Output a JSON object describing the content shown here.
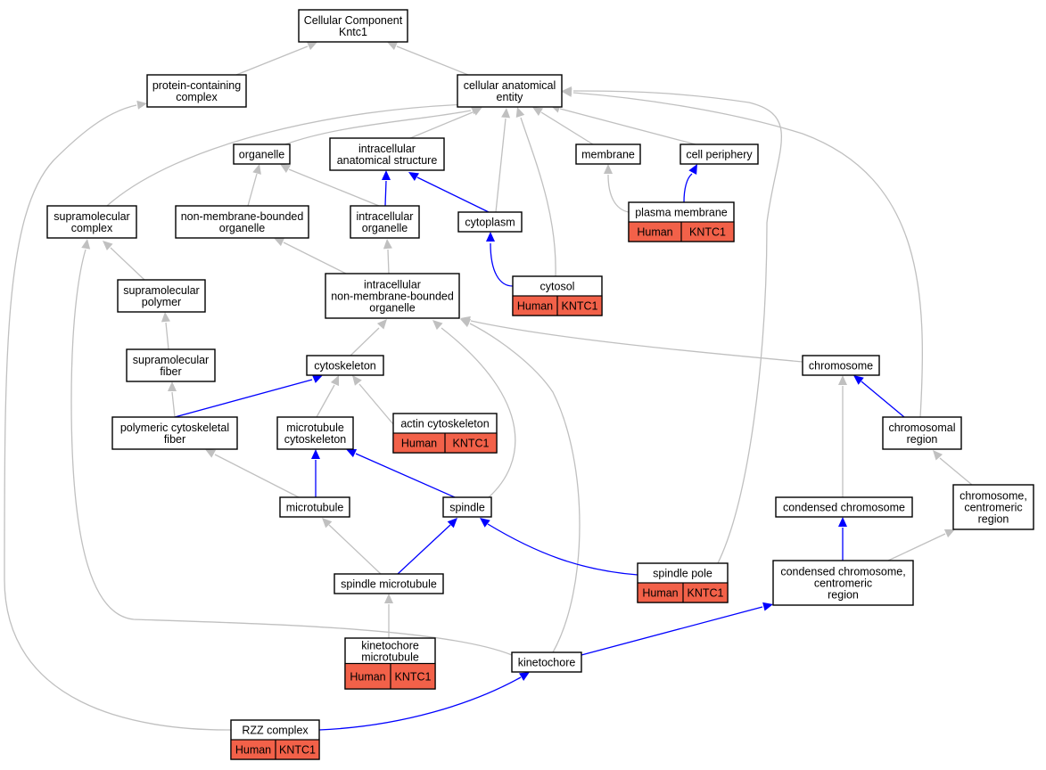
{
  "colors": {
    "is_a_edge": "#c0c0c0",
    "part_of_edge": "#0000ff",
    "annotation_fill": "#f26149",
    "node_fill": "#ffffff",
    "node_border": "#000000"
  },
  "nodes": {
    "cellular_component": {
      "lines": [
        "Cellular Component",
        "Kntc1"
      ]
    },
    "protein_containing_complex": {
      "lines": [
        "protein-containing",
        "complex"
      ]
    },
    "cellular_anatomical_entity": {
      "lines": [
        "cellular anatomical",
        "entity"
      ]
    },
    "organelle": {
      "lines": [
        "organelle"
      ]
    },
    "intracellular_anatomical_structure": {
      "lines": [
        "intracellular",
        "anatomical structure"
      ]
    },
    "membrane": {
      "lines": [
        "membrane"
      ]
    },
    "cell_periphery": {
      "lines": [
        "cell periphery"
      ]
    },
    "supramolecular_complex": {
      "lines": [
        "supramolecular",
        "complex"
      ]
    },
    "non_membrane_bounded_organelle": {
      "lines": [
        "non-membrane-bounded",
        "organelle"
      ]
    },
    "intracellular_organelle": {
      "lines": [
        "intracellular",
        "organelle"
      ]
    },
    "cytoplasm": {
      "lines": [
        "cytoplasm"
      ]
    },
    "plasma_membrane": {
      "lines": [
        "plasma membrane"
      ],
      "species": "Human",
      "gene": "KNTC1"
    },
    "supramolecular_polymer": {
      "lines": [
        "supramolecular",
        "polymer"
      ]
    },
    "intracellular_non_membrane_bounded_organelle": {
      "lines": [
        "intracellular",
        "non-membrane-bounded",
        "organelle"
      ]
    },
    "cytosol": {
      "lines": [
        "cytosol"
      ],
      "species": "Human",
      "gene": "KNTC1"
    },
    "supramolecular_fiber": {
      "lines": [
        "supramolecular",
        "fiber"
      ]
    },
    "cytoskeleton": {
      "lines": [
        "cytoskeleton"
      ]
    },
    "chromosome": {
      "lines": [
        "chromosome"
      ]
    },
    "polymeric_cytoskeletal_fiber": {
      "lines": [
        "polymeric cytoskeletal",
        "fiber"
      ]
    },
    "microtubule_cytoskeleton": {
      "lines": [
        "microtubule",
        "cytoskeleton"
      ]
    },
    "actin_cytoskeleton": {
      "lines": [
        "actin cytoskeleton"
      ],
      "species": "Human",
      "gene": "KNTC1"
    },
    "chromosomal_region": {
      "lines": [
        "chromosomal",
        "region"
      ]
    },
    "microtubule": {
      "lines": [
        "microtubule"
      ]
    },
    "spindle": {
      "lines": [
        "spindle"
      ]
    },
    "condensed_chromosome": {
      "lines": [
        "condensed chromosome"
      ]
    },
    "chromosome_centromeric_region": {
      "lines": [
        "chromosome,",
        "centromeric",
        "region"
      ]
    },
    "spindle_microtubule": {
      "lines": [
        "spindle microtubule"
      ]
    },
    "spindle_pole": {
      "lines": [
        "spindle pole"
      ],
      "species": "Human",
      "gene": "KNTC1"
    },
    "condensed_chromosome_centromeric_region": {
      "lines": [
        "condensed chromosome,",
        "centromeric",
        "region"
      ]
    },
    "kinetochore_microtubule": {
      "lines": [
        "kinetochore",
        "microtubule"
      ],
      "species": "Human",
      "gene": "KNTC1"
    },
    "kinetochore": {
      "lines": [
        "kinetochore"
      ]
    },
    "rzz_complex": {
      "lines": [
        "RZZ complex"
      ],
      "species": "Human",
      "gene": "KNTC1"
    }
  },
  "edges": [
    {
      "from": "protein_containing_complex",
      "to": "cellular_component",
      "relation": "is_a"
    },
    {
      "from": "cellular_anatomical_entity",
      "to": "cellular_component",
      "relation": "is_a"
    },
    {
      "from": "organelle",
      "to": "cellular_anatomical_entity",
      "relation": "is_a"
    },
    {
      "from": "intracellular_anatomical_structure",
      "to": "cellular_anatomical_entity",
      "relation": "is_a"
    },
    {
      "from": "membrane",
      "to": "cellular_anatomical_entity",
      "relation": "is_a"
    },
    {
      "from": "cell_periphery",
      "to": "cellular_anatomical_entity",
      "relation": "is_a"
    },
    {
      "from": "supramolecular_complex",
      "to": "cellular_anatomical_entity",
      "relation": "is_a"
    },
    {
      "from": "cytoplasm",
      "to": "cellular_anatomical_entity",
      "relation": "is_a"
    },
    {
      "from": "cytosol",
      "to": "cellular_anatomical_entity",
      "relation": "is_a"
    },
    {
      "from": "chromosomal_region",
      "to": "cellular_anatomical_entity",
      "relation": "is_a"
    },
    {
      "from": "spindle_pole",
      "to": "cellular_anatomical_entity",
      "relation": "is_a"
    },
    {
      "from": "non_membrane_bounded_organelle",
      "to": "organelle",
      "relation": "is_a"
    },
    {
      "from": "intracellular_organelle",
      "to": "organelle",
      "relation": "is_a"
    },
    {
      "from": "intracellular_organelle",
      "to": "intracellular_anatomical_structure",
      "relation": "part_of"
    },
    {
      "from": "cytoplasm",
      "to": "intracellular_anatomical_structure",
      "relation": "part_of"
    },
    {
      "from": "plasma_membrane",
      "to": "membrane",
      "relation": "is_a"
    },
    {
      "from": "plasma_membrane",
      "to": "cell_periphery",
      "relation": "part_of"
    },
    {
      "from": "cytosol",
      "to": "cytoplasm",
      "relation": "part_of"
    },
    {
      "from": "supramolecular_polymer",
      "to": "supramolecular_complex",
      "relation": "is_a"
    },
    {
      "from": "intracellular_non_membrane_bounded_organelle",
      "to": "non_membrane_bounded_organelle",
      "relation": "is_a"
    },
    {
      "from": "intracellular_non_membrane_bounded_organelle",
      "to": "intracellular_organelle",
      "relation": "is_a"
    },
    {
      "from": "supramolecular_fiber",
      "to": "supramolecular_polymer",
      "relation": "is_a"
    },
    {
      "from": "cytoskeleton",
      "to": "intracellular_non_membrane_bounded_organelle",
      "relation": "is_a"
    },
    {
      "from": "chromosome",
      "to": "intracellular_non_membrane_bounded_organelle",
      "relation": "is_a"
    },
    {
      "from": "spindle",
      "to": "intracellular_non_membrane_bounded_organelle",
      "relation": "is_a"
    },
    {
      "from": "kinetochore",
      "to": "intracellular_non_membrane_bounded_organelle",
      "relation": "is_a"
    },
    {
      "from": "polymeric_cytoskeletal_fiber",
      "to": "supramolecular_fiber",
      "relation": "is_a"
    },
    {
      "from": "polymeric_cytoskeletal_fiber",
      "to": "cytoskeleton",
      "relation": "part_of"
    },
    {
      "from": "microtubule_cytoskeleton",
      "to": "cytoskeleton",
      "relation": "is_a"
    },
    {
      "from": "actin_cytoskeleton",
      "to": "cytoskeleton",
      "relation": "is_a"
    },
    {
      "from": "chromosomal_region",
      "to": "chromosome",
      "relation": "part_of"
    },
    {
      "from": "microtubule",
      "to": "polymeric_cytoskeletal_fiber",
      "relation": "is_a"
    },
    {
      "from": "microtubule",
      "to": "microtubule_cytoskeleton",
      "relation": "part_of"
    },
    {
      "from": "spindle",
      "to": "microtubule_cytoskeleton",
      "relation": "part_of"
    },
    {
      "from": "condensed_chromosome",
      "to": "chromosome",
      "relation": "is_a"
    },
    {
      "from": "chromosome_centromeric_region",
      "to": "chromosomal_region",
      "relation": "is_a"
    },
    {
      "from": "spindle_microtubule",
      "to": "microtubule",
      "relation": "is_a"
    },
    {
      "from": "spindle_microtubule",
      "to": "spindle",
      "relation": "part_of"
    },
    {
      "from": "spindle_pole",
      "to": "spindle",
      "relation": "part_of"
    },
    {
      "from": "condensed_chromosome_centromeric_region",
      "to": "condensed_chromosome",
      "relation": "part_of"
    },
    {
      "from": "condensed_chromosome_centromeric_region",
      "to": "chromosome_centromeric_region",
      "relation": "is_a"
    },
    {
      "from": "kinetochore_microtubule",
      "to": "spindle_microtubule",
      "relation": "is_a"
    },
    {
      "from": "kinetochore",
      "to": "supramolecular_complex",
      "relation": "is_a"
    },
    {
      "from": "kinetochore",
      "to": "condensed_chromosome_centromeric_region",
      "relation": "part_of"
    },
    {
      "from": "rzz_complex",
      "to": "protein_containing_complex",
      "relation": "is_a"
    },
    {
      "from": "rzz_complex",
      "to": "kinetochore",
      "relation": "part_of"
    }
  ]
}
